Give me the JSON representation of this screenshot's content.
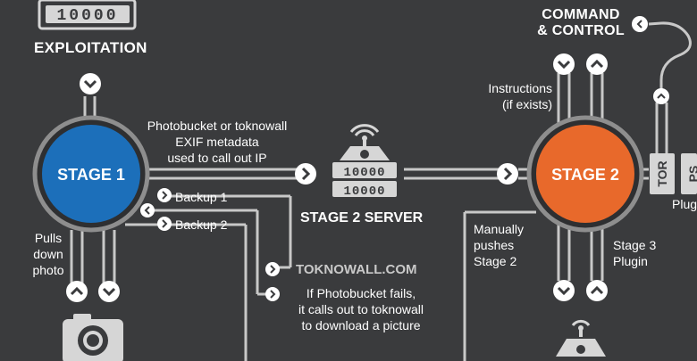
{
  "top_left": {
    "counter": "10000",
    "title": "EXPLOITATION"
  },
  "stage1": {
    "label": "STAGE 1",
    "photobucket_note": [
      "Photobucket or toknowall",
      "EXIF metadata",
      "used to call out IP"
    ],
    "backup1": "Backup 1",
    "backup2": "Backup 2",
    "pulls": [
      "Pulls",
      "down",
      "photo"
    ]
  },
  "server": {
    "label": "STAGE 2 SERVER",
    "row1": "10000",
    "row2": "10000"
  },
  "toknowall": {
    "title": "TOKNOWALL.COM",
    "note": [
      "If Photobucket fails,",
      "it calls out to toknowall",
      "to download a picture"
    ]
  },
  "stage2": {
    "label": "STAGE 2",
    "instructions": [
      "Instructions",
      "(if exists)"
    ],
    "manual": [
      "Manually",
      "pushes",
      "Stage 2"
    ],
    "stage3": [
      "Stage 3",
      "Plugin"
    ],
    "tor": "TOR",
    "ps": "PS",
    "plugin_partial": "Plug"
  },
  "cnc": {
    "title": [
      "COMMAND",
      "& CONTROL"
    ]
  },
  "colors": {
    "background": "#3a3b3d",
    "stage1": "#1c6fba",
    "stage2": "#e8692b",
    "pipe": "#c8c8c8",
    "ring": "#8e8e8e"
  }
}
